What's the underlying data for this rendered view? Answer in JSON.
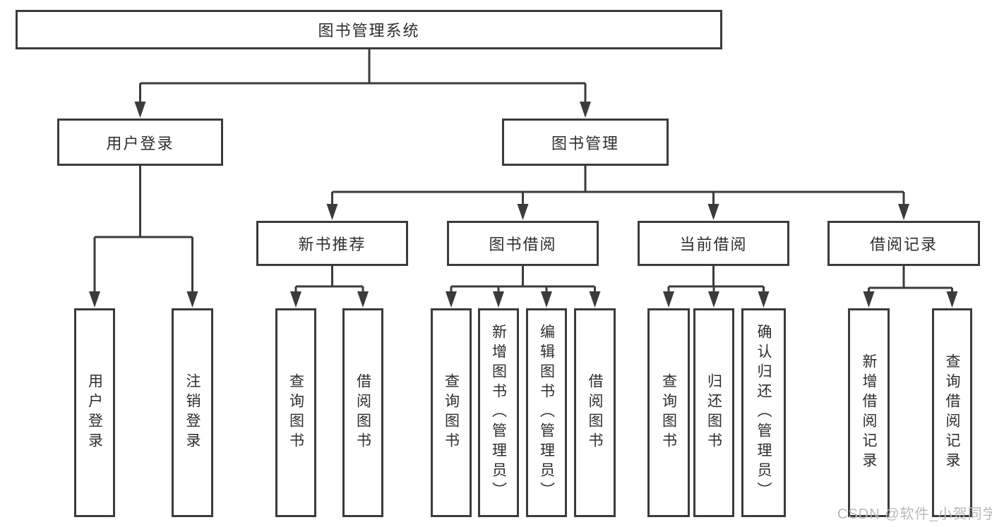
{
  "diagram": {
    "title": "图书管理系统",
    "type": "hierarchy-tree",
    "colors": {
      "line": "#3b3b3b",
      "box_border": "#3b3b3b",
      "text": "#2e2e2e",
      "background": "#ffffff",
      "watermark": "#b9b9b9"
    },
    "labels": {
      "root": "图书管理系统",
      "user_login": "用户登录",
      "book_mgmt": "图书管理",
      "new_book_rec": "新书推荐",
      "book_borrow": "图书借阅",
      "current_borrow": "当前借阅",
      "borrow_record": "借阅记录",
      "leaf_user_login": "用户登录",
      "leaf_logout": "注销登录",
      "leaf_query_book_1": "查询图书",
      "leaf_borrow_book_1": "借阅图书",
      "leaf_query_book_2": "查询图书",
      "leaf_add_book": "新增图书（管理员）",
      "leaf_edit_book": "编辑图书（管理员）",
      "leaf_borrow_book_2": "借阅图书",
      "leaf_query_book_3": "查询图书",
      "leaf_return_book": "归还图书",
      "leaf_confirm_return": "确认归还（管理员）",
      "leaf_add_record": "新增借阅记录",
      "leaf_query_record": "查询借阅记录"
    },
    "hierarchy": {
      "id": "root",
      "children": [
        {
          "id": "user_login",
          "children": [
            {
              "id": "leaf_user_login"
            },
            {
              "id": "leaf_logout"
            }
          ]
        },
        {
          "id": "book_mgmt",
          "children": [
            {
              "id": "new_book_rec",
              "children": [
                {
                  "id": "leaf_query_book_1"
                },
                {
                  "id": "leaf_borrow_book_1"
                }
              ]
            },
            {
              "id": "book_borrow",
              "children": [
                {
                  "id": "leaf_query_book_2"
                },
                {
                  "id": "leaf_add_book"
                },
                {
                  "id": "leaf_edit_book"
                },
                {
                  "id": "leaf_borrow_book_2"
                }
              ]
            },
            {
              "id": "current_borrow",
              "children": [
                {
                  "id": "leaf_query_book_3"
                },
                {
                  "id": "leaf_return_book"
                },
                {
                  "id": "leaf_confirm_return"
                }
              ]
            },
            {
              "id": "borrow_record",
              "children": [
                {
                  "id": "leaf_add_record"
                },
                {
                  "id": "leaf_query_record"
                }
              ]
            }
          ]
        }
      ]
    },
    "watermark": "CSDN @软件_小贺同学"
  }
}
